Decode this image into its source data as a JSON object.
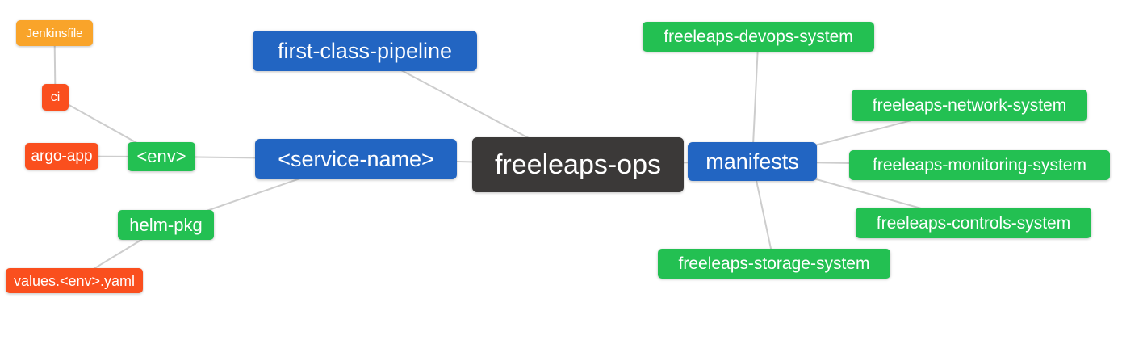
{
  "graph": {
    "background": "#ffffff",
    "edge_color": "#cdcdcd",
    "palette": {
      "blue": "#2265c2",
      "green": "#23c052",
      "red": "#fa4f1e",
      "orange": "#f9a42a",
      "dark": "#3b3938",
      "label_text": "#ffffff"
    },
    "nodes": [
      {
        "id": "jenkinsfile",
        "label": "Jenkinsfile",
        "color": "orange"
      },
      {
        "id": "ci",
        "label": "ci",
        "color": "red"
      },
      {
        "id": "argo-app",
        "label": "argo-app",
        "color": "red"
      },
      {
        "id": "env",
        "label": "<env>",
        "color": "green"
      },
      {
        "id": "helm-pkg",
        "label": "helm-pkg",
        "color": "green"
      },
      {
        "id": "values-env-yaml",
        "label": "values.<env>.yaml",
        "color": "red"
      },
      {
        "id": "first-class-pipeline",
        "label": "first-class-pipeline",
        "color": "blue"
      },
      {
        "id": "service-name",
        "label": "<service-name>",
        "color": "blue"
      },
      {
        "id": "freeleaps-ops",
        "label": "freeleaps-ops",
        "color": "dark"
      },
      {
        "id": "manifests",
        "label": "manifests",
        "color": "blue"
      },
      {
        "id": "freeleaps-devops-system",
        "label": "freeleaps-devops-system",
        "color": "green"
      },
      {
        "id": "freeleaps-network-system",
        "label": "freeleaps-network-system",
        "color": "green"
      },
      {
        "id": "freeleaps-monitoring-system",
        "label": "freeleaps-monitoring-system",
        "color": "green"
      },
      {
        "id": "freeleaps-controls-system",
        "label": "freeleaps-controls-system",
        "color": "green"
      },
      {
        "id": "freeleaps-storage-system",
        "label": "freeleaps-storage-system",
        "color": "green"
      }
    ],
    "edges": [
      {
        "from": "jenkinsfile",
        "to": "ci"
      },
      {
        "from": "ci",
        "to": "env"
      },
      {
        "from": "argo-app",
        "to": "env"
      },
      {
        "from": "env",
        "to": "service-name"
      },
      {
        "from": "helm-pkg",
        "to": "service-name"
      },
      {
        "from": "values-env-yaml",
        "to": "helm-pkg"
      },
      {
        "from": "first-class-pipeline",
        "to": "freeleaps-ops"
      },
      {
        "from": "service-name",
        "to": "freeleaps-ops"
      },
      {
        "from": "freeleaps-ops",
        "to": "manifests"
      },
      {
        "from": "manifests",
        "to": "freeleaps-devops-system"
      },
      {
        "from": "manifests",
        "to": "freeleaps-network-system"
      },
      {
        "from": "manifests",
        "to": "freeleaps-monitoring-system"
      },
      {
        "from": "manifests",
        "to": "freeleaps-controls-system"
      },
      {
        "from": "manifests",
        "to": "freeleaps-storage-system"
      }
    ]
  }
}
